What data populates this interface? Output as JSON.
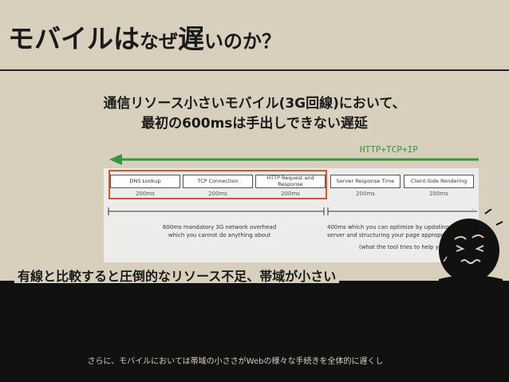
{
  "title": {
    "main": "モバイルは",
    "rest": "なぜ",
    "big2": "遅",
    "tail": "いのか？"
  },
  "subtitle": {
    "line1": "通信リソース小さいモバイル(3G回線)において、",
    "line2": "最初の600msは手出しできない遅延"
  },
  "protocol_label": "HTTP+TCP+IP",
  "stages": [
    {
      "label": "DNS Lookup",
      "duration": "200ms"
    },
    {
      "label": "TCP Connection",
      "duration": "200ms"
    },
    {
      "label": "HTTP Request and Response",
      "duration": "200ms"
    },
    {
      "label": "Server Response Time",
      "duration": "200ms"
    },
    {
      "label": "Client-Side Rendering",
      "duration": "200ms"
    }
  ],
  "notes": {
    "left_line1": "600ms mandatory 3G network overhead",
    "left_line2": "which you cannot do anything about",
    "right_line1": "400ms which you can optimize by updating your",
    "right_line2": "server and structuring your page appropriately",
    "right_line3": "(what the tool tries to help you with)"
  },
  "conclusion": "有線と比較すると圧倒的なリソース不足、帯域が小さい",
  "footer": "さらに、モバイルにおいては帯域の小ささがWebの様々な手続きを全体的に遅くし",
  "colors": {
    "background": "#d9cfbd",
    "arrow": "#2e9a3c",
    "highlight": "#d9542b",
    "band": "#111111"
  }
}
